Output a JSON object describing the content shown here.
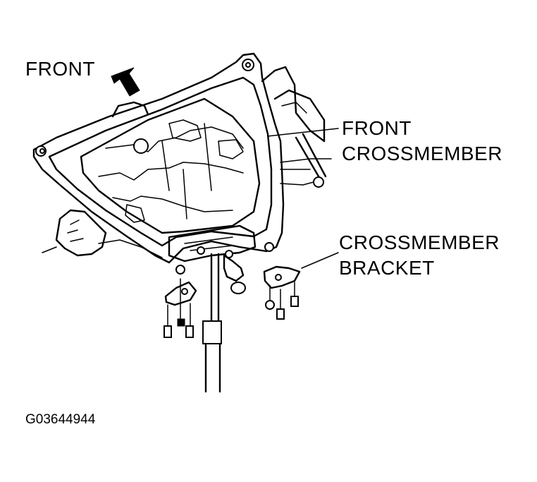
{
  "labels": {
    "front": "FRONT",
    "front_crossmember_line1": "FRONT",
    "front_crossmember_line2": "CROSSMEMBER",
    "crossmember_bracket_line1": "CROSSMEMBER",
    "crossmember_bracket_line2": "BRACKET"
  },
  "figure_code": "G03644944",
  "colors": {
    "ink": "#000000",
    "background": "#ffffff"
  },
  "icons": {
    "front_arrow": "arrow-up-left-icon"
  }
}
